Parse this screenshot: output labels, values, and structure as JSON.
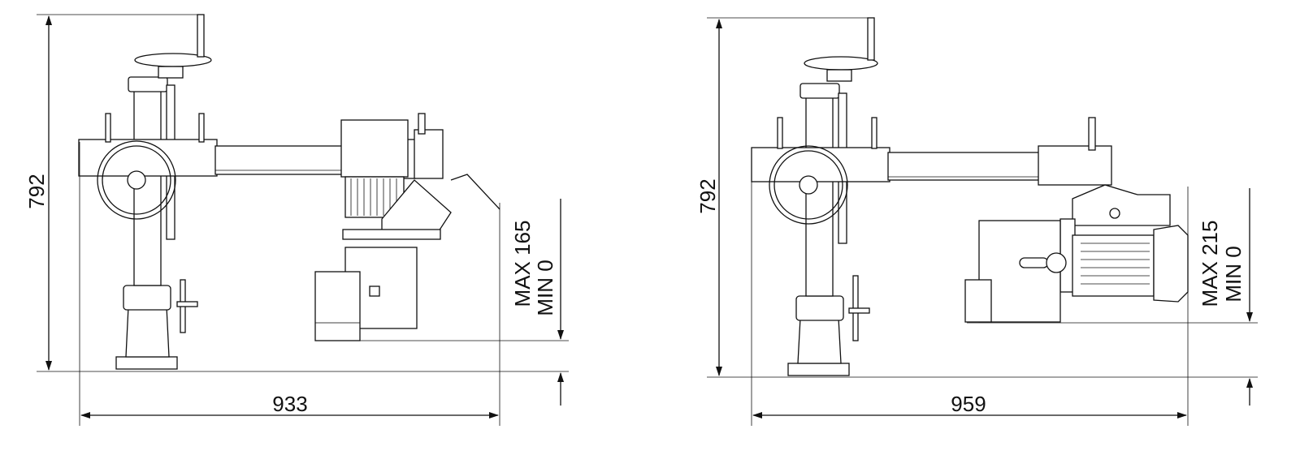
{
  "drawings": [
    {
      "name": "left-view",
      "height_label": "792",
      "width_label": "933",
      "range_max_label": "MAX 165",
      "range_min_label": "MIN 0"
    },
    {
      "name": "right-view",
      "height_label": "792",
      "width_label": "959",
      "range_max_label": "MAX 215",
      "range_min_label": "MIN 0"
    }
  ],
  "colors": {
    "line": "#111111",
    "background": "#ffffff"
  }
}
